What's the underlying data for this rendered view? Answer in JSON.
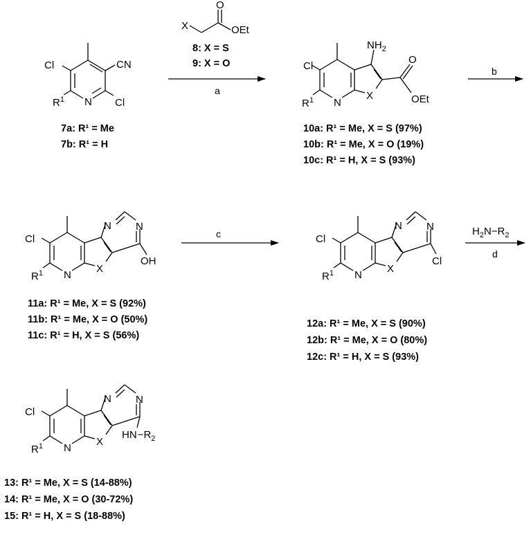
{
  "compounds": {
    "c7": {
      "substituent_atoms": {
        "cl": "Cl",
        "cn": "CN",
        "r": "R",
        "r_sup": "1",
        "n": "N",
        "cl2": "Cl"
      },
      "labels": [
        "7a: R¹ = Me",
        "7b: R¹ = H"
      ]
    },
    "reagent_ester": {
      "x": "X",
      "o": "O",
      "oet": "OEt",
      "labels": [
        "8: X = S",
        "9: X = O"
      ]
    },
    "c10": {
      "cl": "Cl",
      "nh2": "NH",
      "nh2_sub": "2",
      "r": "R",
      "r_sup": "1",
      "n": "N",
      "x": "X",
      "oet": "OEt",
      "o": "O",
      "labels": [
        "10a: R¹ = Me, X = S (97%)",
        "10b: R¹ = Me, X = O (19%)",
        "10c: R¹ =  H,  X = S (93%)"
      ]
    },
    "c11": {
      "cl": "Cl",
      "n1": "N",
      "n2": "N",
      "r": "R",
      "r_sup": "1",
      "n": "N",
      "x": "X",
      "oh": "OH",
      "labels": [
        "11a: R¹ = Me, X = S (92%)",
        "11b: R¹ = Me, X = O (50%)",
        "11c: R¹ =  H,  X = S (56%)"
      ]
    },
    "c12": {
      "cl": "Cl",
      "n1": "N",
      "n2": "N",
      "r": "R",
      "r_sup": "1",
      "n": "N",
      "x": "X",
      "cl2": "Cl",
      "labels": [
        "12a: R¹ = Me, X = S (90%)",
        "12b: R¹ = Me, X = O (80%)",
        "12c: R¹ =  H,  X = S (93%)"
      ]
    },
    "c13": {
      "cl": "Cl",
      "n1": "N",
      "n2": "N",
      "r": "R",
      "r_sup": "1",
      "n": "N",
      "x": "X",
      "hn": "HN",
      "r2": "R",
      "r2_sub": "2",
      "labels": [
        "13: R¹ = Me, X = S (14-88%)",
        "14: R¹ = Me, X = O (30-72%)",
        "15: R¹ =  H,  X = S (18-88%)"
      ]
    }
  },
  "arrows": {
    "a": {
      "label": "a"
    },
    "b": {
      "label": "b"
    },
    "c": {
      "label": "c"
    },
    "d": {
      "label": "d",
      "amine": "H",
      "amine_sub": "2",
      "amine_rest": "N−R",
      "amine_rsub": "2"
    }
  }
}
